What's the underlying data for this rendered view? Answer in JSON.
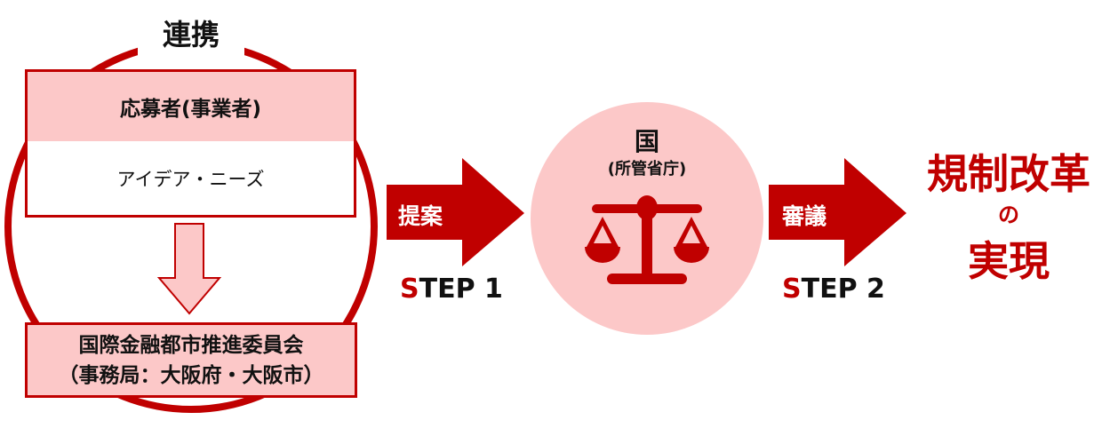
{
  "left_group": {
    "cooperation_label": "連携",
    "applicant_title": "応募者(事業者)",
    "applicant_content": "アイデア・ニーズ",
    "committee_line1": "国際金融都市推進委員会",
    "committee_line2": "（事務局：大阪府・大阪市）"
  },
  "step1": {
    "arrow_label": "提案",
    "step_prefix": "S",
    "step_rest": "TEP 1"
  },
  "government": {
    "title": "国",
    "subtitle": "(所管省庁)",
    "icon": "scales-icon"
  },
  "step2": {
    "arrow_label": "審議",
    "step_prefix": "S",
    "step_rest": "TEP 2"
  },
  "result": {
    "line1": "規制改革",
    "line2": "の",
    "line3": "実現"
  },
  "colors": {
    "accent": "#c00000",
    "pink": "#fcc8c8"
  }
}
